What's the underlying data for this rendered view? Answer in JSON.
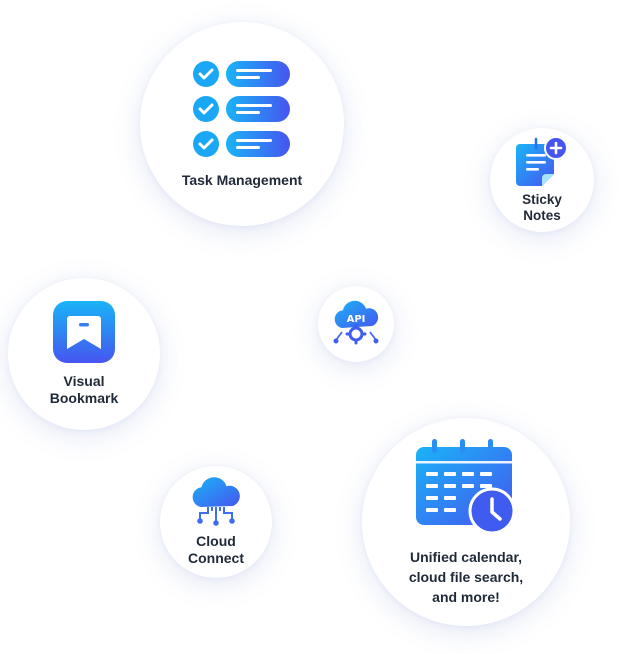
{
  "features": {
    "task": {
      "label": "Task Management",
      "icon": "checklist-icon"
    },
    "sticky": {
      "label": "Sticky\nNotes",
      "icon": "sticky-note-icon"
    },
    "visual": {
      "label": "Visual\nBookmark",
      "icon": "bookmark-icon"
    },
    "api": {
      "icon_text": "API",
      "icon": "api-cloud-icon"
    },
    "cloud": {
      "label": "Cloud\nConnect",
      "icon": "cloud-network-icon"
    },
    "unified": {
      "label": "Unified calendar,\ncloud file search,\nand more!",
      "icon": "calendar-clock-icon"
    }
  },
  "colors": {
    "gradient_start": "#19b4f7",
    "gradient_end": "#4655f0",
    "text": "#1f2937",
    "check": "#1aa7f5"
  }
}
